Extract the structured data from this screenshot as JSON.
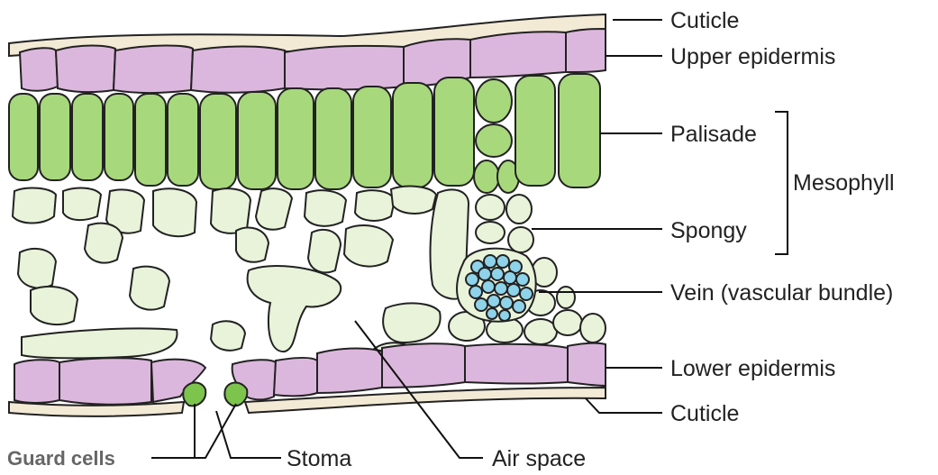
{
  "colors": {
    "cuticle": "#f3ead6",
    "epidermis": "#dcb7dd",
    "palisade": "#a8d87c",
    "spongy": "#e8f3da",
    "vein": "#8ed3ea",
    "guard_cells": "#7cc44c"
  },
  "labels": {
    "cuticle_top": "Cuticle",
    "upper_epidermis": "Upper epidermis",
    "palisade": "Palisade",
    "mesophyll": "Mesophyll",
    "spongy": "Spongy",
    "vein": "Vein (vascular bundle)",
    "lower_epidermis": "Lower epidermis",
    "cuticle_bottom": "Cuticle",
    "guard_cells": "Guard cells",
    "stoma": "Stoma",
    "air_space": "Air space"
  }
}
